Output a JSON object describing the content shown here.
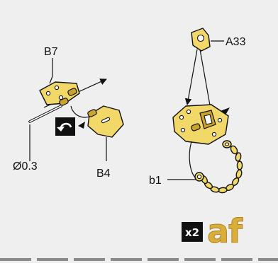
{
  "labels": {
    "b7": "B7",
    "diameter": "Ø0.3",
    "b4": "B4",
    "a33": "A33",
    "b1": "b1"
  },
  "badge": {
    "multiplier": "x2",
    "code": "af"
  },
  "icons": {
    "rotate": "rotate-arrow-icon"
  },
  "colors": {
    "background": "#efefef",
    "brass": "#f2d868",
    "brass_dark": "#c9a22f",
    "code_gold": "#d9ae3a",
    "badge_bg": "#111111"
  }
}
